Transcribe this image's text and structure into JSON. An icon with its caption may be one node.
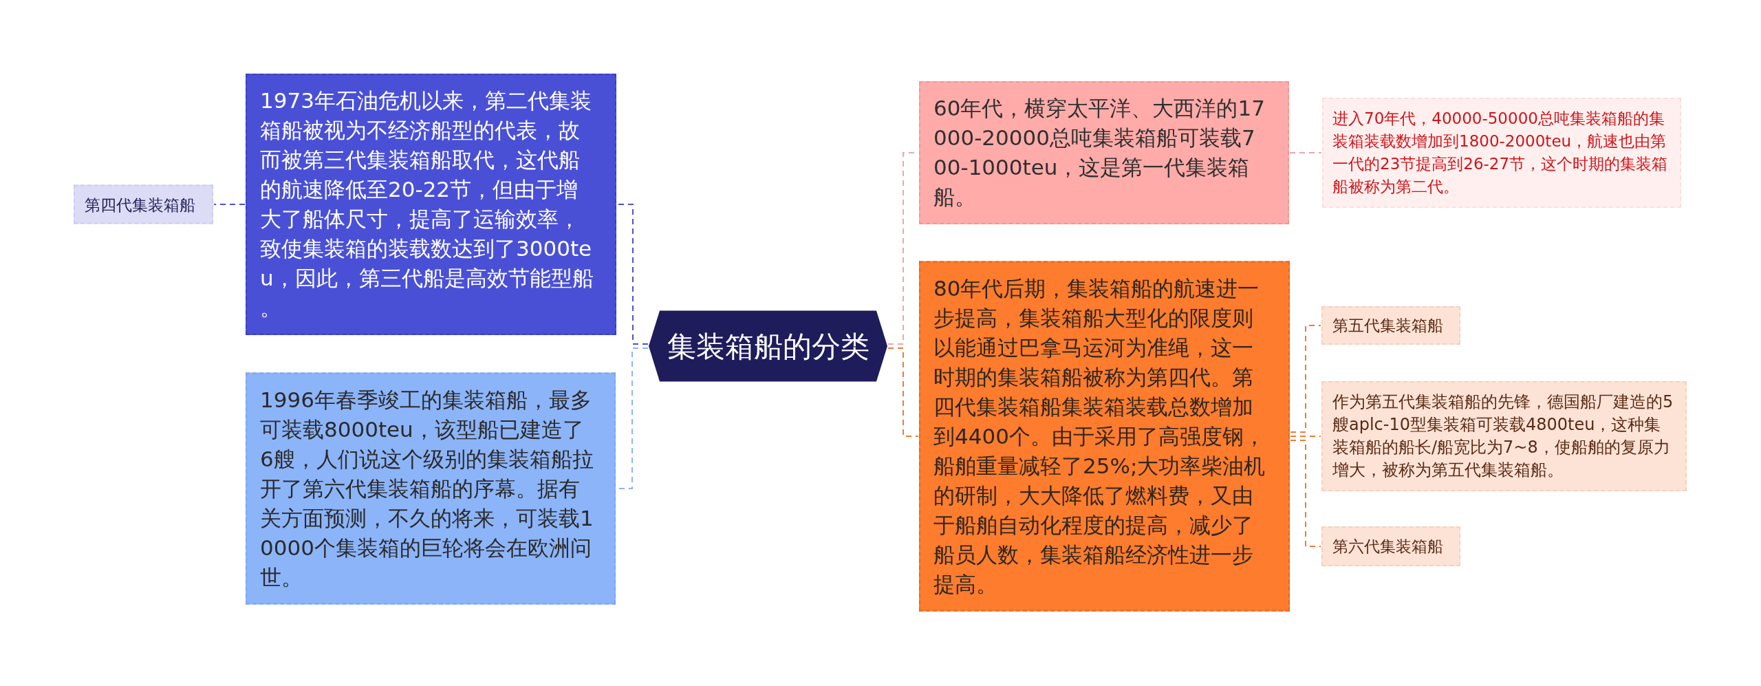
{
  "diagram": {
    "nodes": [
      {
        "text": [
          "集装箱船的分类"
        ]
      },
      {
        "text": [
          "1973年石油危机以来，第二代集装箱船被视为不经济船型的代表，故而被第三代集装箱船取代，这代船的航速降低至20-22节，但由于增大了船体尺寸，提高了运输效率，致使集装箱的装载数达到了3000teu，因此，第三代船是高效节能型船。"
        ]
      },
      {
        "text": [
          "第四代集装箱船"
        ]
      },
      {
        "text": [
          "1996年春季竣工的集装箱船，最多可装载8000teu，该型船已建造了6艘，人们说这个级别的集装箱船拉开了第六代集装箱船的序幕。据有关方面预测，不久的将来，可装载10000个集装箱的巨轮将会在欧洲问世。"
        ]
      },
      {
        "text": [
          "60年代，横穿太平洋、大西洋的17000-20000总吨集装箱船可装载700-1000teu，这是第一代集装箱船。"
        ]
      },
      {
        "text": [
          "进入70年代，40000-50000总吨集装箱船的集装箱装载数增加到1800-2000teu，航速也由第一代的23节提高到26-27节，这个时期的集装箱船被称为第二代。"
        ]
      },
      {
        "text": [
          "80年代后期，集装箱船的航速进一步提高，集装箱船大型化的限度则以能通过巴拿马运河为准绳，这一时期的集装箱船被称为第四代。第四代集装箱船集装箱装载总数增加到4400个。由于采用了高强度钢，船舶重量减轻了25%;大功率柴油机的研制，大大降低了燃料费，又由于船舶自动化程度的提高，减少了船员人数，集装箱船经济性进一步提高。"
        ]
      },
      {
        "text": [
          "第五代集装箱船"
        ]
      },
      {
        "text": [
          "作为第五代集装箱船的先锋，德国船厂建造的5艘aplc-10型集装箱可装载4800teu，这种集装箱船的船长/船宽比为7~8，使船舶的复原力增大，被称为第五代集装箱船。"
        ]
      },
      {
        "text": [
          "第六代集装箱船"
        ]
      }
    ],
    "edges": [
      {
        "from": 0,
        "to": 1,
        "arrow": "none",
        "color": "#4a50d6"
      },
      {
        "from": 1,
        "to": 2,
        "arrow": "none",
        "color": "#4a50d6"
      },
      {
        "from": 0,
        "to": 3,
        "arrow": "none",
        "color": "#8cb4f9"
      },
      {
        "from": 0,
        "to": 4,
        "arrow": "none",
        "color": "#f4a4a2"
      },
      {
        "from": 4,
        "to": 5,
        "arrow": "none",
        "color": "#f4a4a2"
      },
      {
        "from": 0,
        "to": 6,
        "arrow": "none"
      },
      {
        "from": 6,
        "to": 7,
        "arrow": "none"
      },
      {
        "from": 6,
        "to": 8,
        "arrow": "none"
      },
      {
        "from": 6,
        "to": 9,
        "arrow": "none"
      }
    ]
  }
}
